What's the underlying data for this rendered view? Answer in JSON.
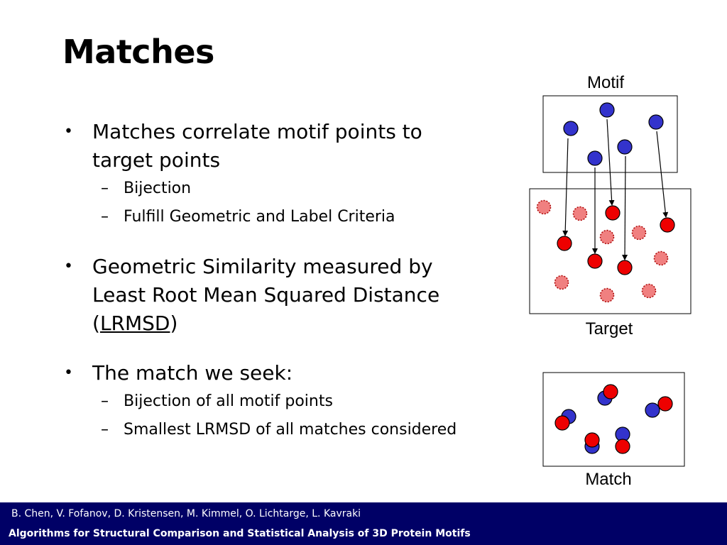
{
  "slide": {
    "title": "Matches",
    "bullets": [
      {
        "text_lines": [
          "Matches correlate motif points to",
          "target points"
        ],
        "subs": [
          "Bijection",
          "Fulfill Geometric and Label Criteria"
        ]
      },
      {
        "text_lines": [
          "Geometric Similarity measured by",
          "Least Root Mean Squared Distance"
        ],
        "paren_open": "(",
        "link_text": "LRMSD",
        "paren_close": ")",
        "subs": []
      },
      {
        "text_lines": [
          "The match we seek:"
        ],
        "subs": [
          "Bijection of all motif points",
          "Smallest LRMSD of all matches considered"
        ]
      }
    ],
    "bullet_glyph": "•",
    "sub_glyph": "–"
  },
  "diagram": {
    "motif_label": "Motif",
    "target_label": "Target",
    "match_label": "Match",
    "colors": {
      "motif_point": "#3333cc",
      "target_point": "#ee0000",
      "decoy_point": "#f08080"
    }
  },
  "footer": {
    "authors": "B. Chen, V. Fofanov, D. Kristensen, M. Kimmel, O. Lichtarge, L. Kavraki",
    "course": "Algorithms for Structural Comparison and Statistical Analysis of 3D Protein Motifs",
    "background": "#000066"
  }
}
